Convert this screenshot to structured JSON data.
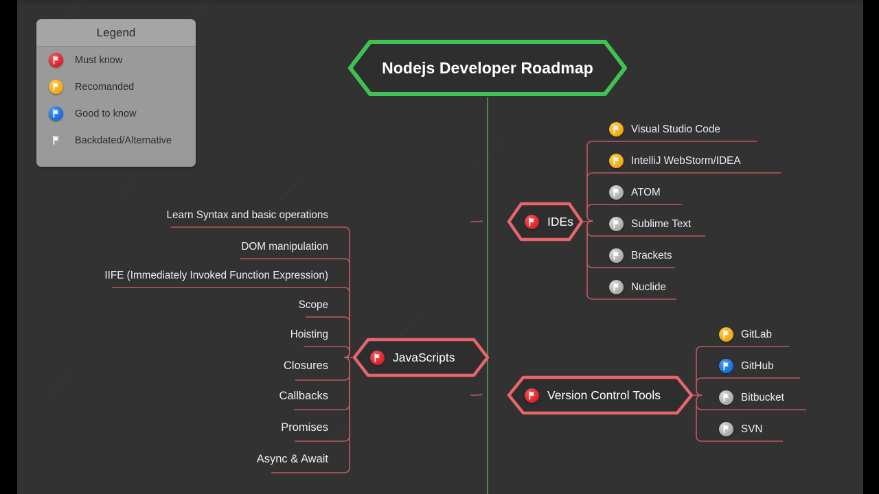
{
  "canvas": {
    "background": "#323232",
    "letterbox": "#000000",
    "trunk_color": "#4f8a4f",
    "branch_color": "#e8656b",
    "title_color": "#3fc254"
  },
  "legend": {
    "title": "Legend",
    "items": [
      {
        "label": "Must know",
        "flag": "red-flag-icon",
        "color": "#e02028"
      },
      {
        "label": "Recomanded",
        "flag": "orange-flag-icon",
        "color": "#f0a811"
      },
      {
        "label": "Good to know",
        "flag": "blue-flag-icon",
        "color": "#0f6fe0"
      },
      {
        "label": "Backdated/Alternative",
        "flag": "white-flag-icon",
        "color": "#ffffff"
      }
    ]
  },
  "root": {
    "title": "Nodejs Developer Roadmap"
  },
  "branches": [
    {
      "id": "ides",
      "title": "IDEs",
      "flag": "red-flag-icon",
      "side": "right",
      "leaves": [
        {
          "label": "Visual Studio Code",
          "flag": "orange-flag-icon"
        },
        {
          "label": "IntelliJ  WebStorm/IDEA",
          "flag": "orange-flag-icon"
        },
        {
          "label": "ATOM",
          "flag": "white-flag-icon"
        },
        {
          "label": "Sublime Text",
          "flag": "white-flag-icon"
        },
        {
          "label": "Brackets",
          "flag": "white-flag-icon"
        },
        {
          "label": "Nuclide",
          "flag": "white-flag-icon"
        }
      ]
    },
    {
      "id": "version-control-tools",
      "title": "Version Control Tools",
      "flag": "red-flag-icon",
      "side": "right",
      "leaves": [
        {
          "label": "GitLab",
          "flag": "orange-flag-icon"
        },
        {
          "label": "GitHub",
          "flag": "blue-flag-icon"
        },
        {
          "label": "Bitbucket",
          "flag": "white-flag-icon"
        },
        {
          "label": "SVN",
          "flag": "white-flag-icon"
        }
      ]
    },
    {
      "id": "javascripts",
      "title": "JavaScripts",
      "flag": "red-flag-icon",
      "side": "left",
      "leaves": [
        {
          "label": "Learn Syntax and basic operations"
        },
        {
          "label": "DOM manipulation"
        },
        {
          "label": "IIFE (Immediately Invoked Function Expression)"
        },
        {
          "label": "Scope"
        },
        {
          "label": "Hoisting"
        },
        {
          "label": "Closures"
        },
        {
          "label": "Callbacks"
        },
        {
          "label": "Promises"
        },
        {
          "label": "Async & Await"
        }
      ]
    }
  ]
}
